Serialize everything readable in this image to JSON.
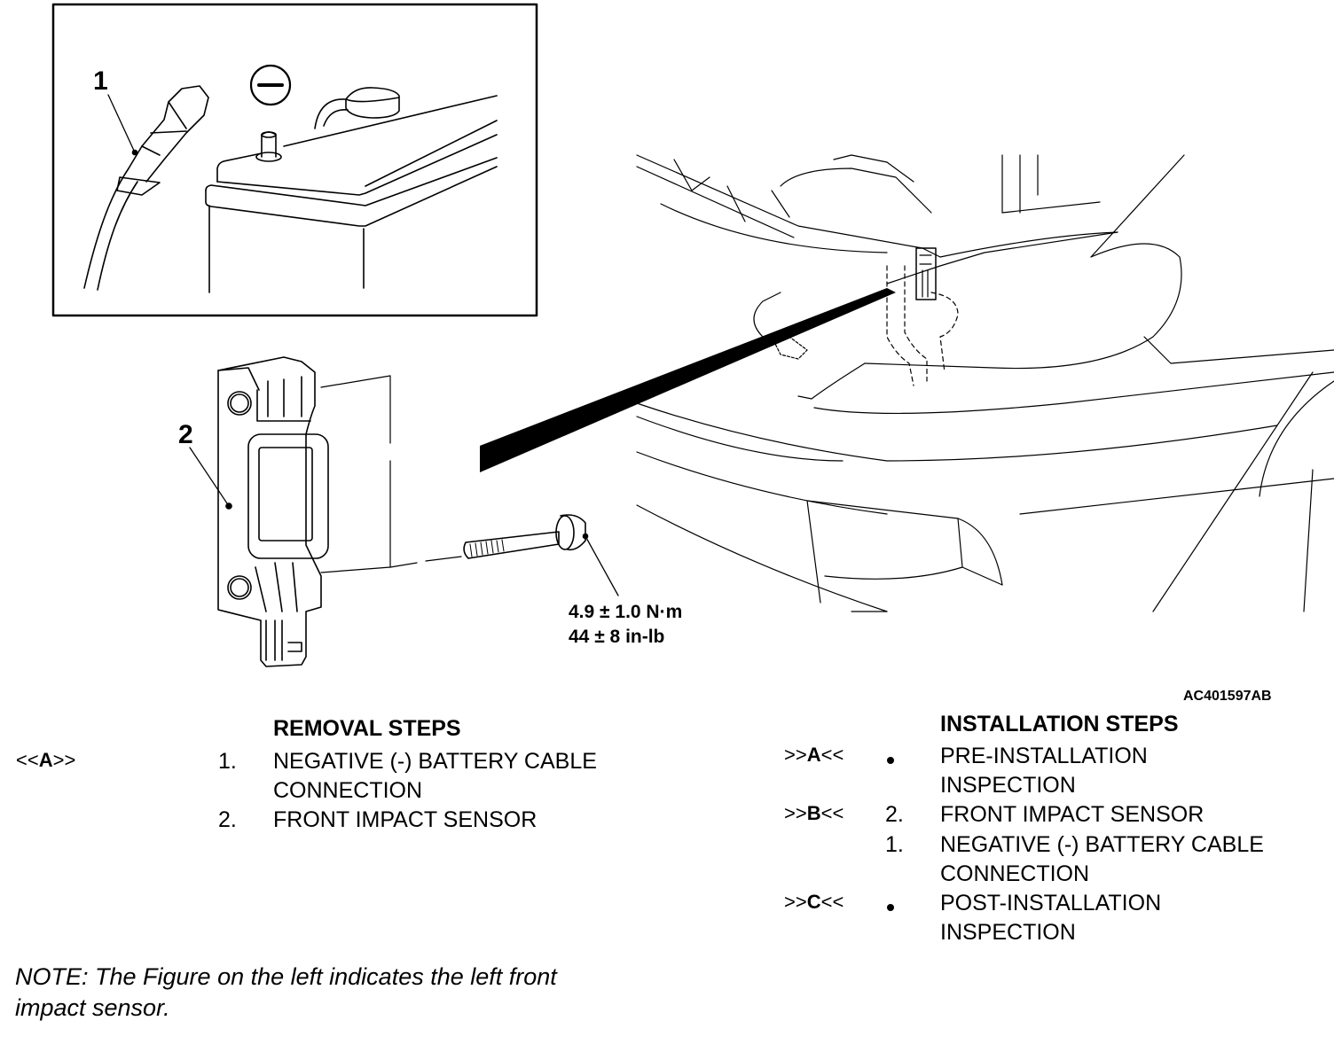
{
  "figure": {
    "id_label": "AC401597AB",
    "callouts": [
      "1",
      "2"
    ],
    "battery_terminal_symbol": "minus-sign",
    "torque": {
      "metric": "4.9 ± 1.0 N·m",
      "imperial": "44 ± 8 in-lb"
    }
  },
  "removal": {
    "heading": "REMOVAL STEPS",
    "steps": [
      {
        "code_prefix": "<<",
        "code_letter": "A",
        "code_suffix": ">>",
        "marker": "1.",
        "lines": [
          "NEGATIVE (-) BATTERY CABLE",
          "CONNECTION"
        ]
      },
      {
        "code_prefix": "",
        "code_letter": "",
        "code_suffix": "",
        "marker": "2.",
        "lines": [
          "FRONT IMPACT SENSOR"
        ]
      }
    ]
  },
  "installation": {
    "heading": "INSTALLATION STEPS",
    "steps": [
      {
        "code_prefix": ">>",
        "code_letter": "A",
        "code_suffix": "<<",
        "marker": "•",
        "lines": [
          "PRE-INSTALLATION",
          "INSPECTION"
        ]
      },
      {
        "code_prefix": ">>",
        "code_letter": "B",
        "code_suffix": "<<",
        "marker": "2.",
        "lines": [
          "FRONT IMPACT SENSOR"
        ]
      },
      {
        "code_prefix": "",
        "code_letter": "",
        "code_suffix": "",
        "marker": "1.",
        "lines": [
          "NEGATIVE (-) BATTERY CABLE",
          "CONNECTION"
        ]
      },
      {
        "code_prefix": ">>",
        "code_letter": "C",
        "code_suffix": "<<",
        "marker": "•",
        "lines": [
          "POST-INSTALLATION",
          "INSPECTION"
        ]
      }
    ]
  },
  "note": {
    "line1": "NOTE: The Figure on the left indicates the left front",
    "line2": "impact sensor."
  }
}
